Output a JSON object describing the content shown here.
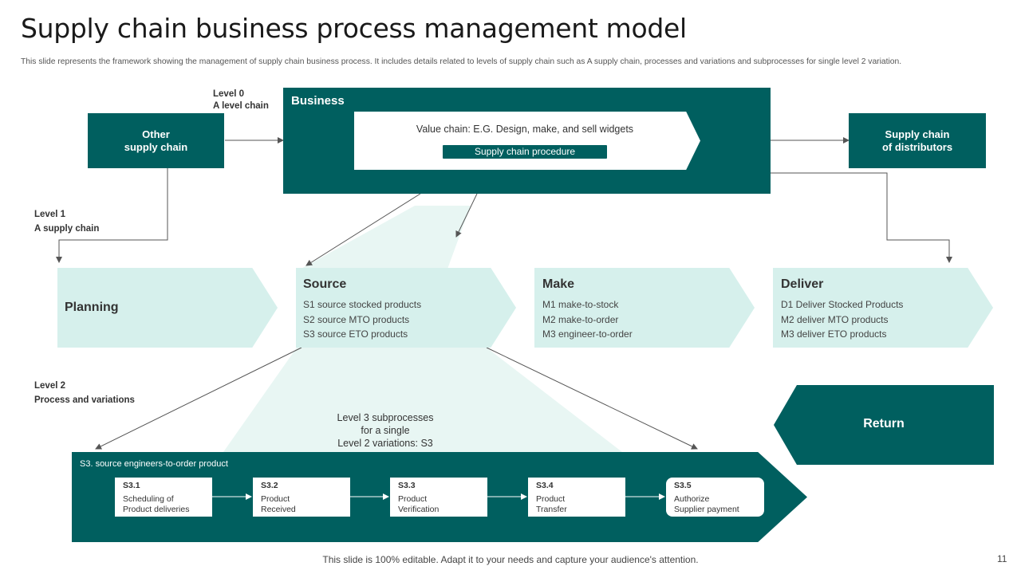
{
  "title": "Supply chain business process management model",
  "subtitle": "This slide represents the framework showing the management of supply chain business process. It includes details related to levels of supply chain such as A supply chain, processes and variations and subprocesses for single level 2 variation.",
  "level0": {
    "line1": "Level 0",
    "line2": "A level chain"
  },
  "level1": {
    "line1": "Level 1",
    "line2": "A supply chain"
  },
  "level2": {
    "line1": "Level 2",
    "line2": "Process and variations"
  },
  "other_supply_chain": {
    "line1": "Other",
    "line2": "supply chain"
  },
  "distributors": {
    "line1": "Supply chain",
    "line2": "of distributors"
  },
  "business": {
    "label": "Business",
    "value_chain": "Value chain: E.G. Design, make, and sell widgets",
    "procedure_button": "Supply chain procedure"
  },
  "processes": [
    {
      "title": "Planning",
      "items": []
    },
    {
      "title": "Source",
      "items": [
        "S1 source stocked products",
        "S2 source MTO products",
        "S3 source ETO products"
      ]
    },
    {
      "title": "Make",
      "items": [
        "M1 make-to-stock",
        "M2 make-to-order",
        "M3 engineer-to-order"
      ]
    },
    {
      "title": "Deliver",
      "items": [
        "D1 Deliver Stocked Products",
        "M2 deliver MTO  products",
        "M3 deliver ETO products"
      ]
    }
  ],
  "return_label": "Return",
  "level3_text": {
    "line1": "Level  3 subprocesses",
    "line2": "for a single",
    "line3": "Level  2 variations:  S3"
  },
  "subprocess": {
    "label": "S3. source engineers-to-order product",
    "steps": [
      {
        "id": "S3.1",
        "text": "Scheduling of\nProduct deliveries"
      },
      {
        "id": "S3.2",
        "text": "Product\nReceived"
      },
      {
        "id": "S3.3",
        "text": "Product\nVerification"
      },
      {
        "id": "S3.4",
        "text": "Product\nTransfer"
      },
      {
        "id": "S3.5",
        "text": "Authorize\nSupplier payment"
      }
    ]
  },
  "footer": "This slide is 100% editable. Adapt it to your needs and capture your audience's attention.",
  "page_number": "11",
  "colors": {
    "dark_teal": "#005f5f",
    "light_teal": "#d6f0ec",
    "pale_teal": "#e8f6f3"
  }
}
